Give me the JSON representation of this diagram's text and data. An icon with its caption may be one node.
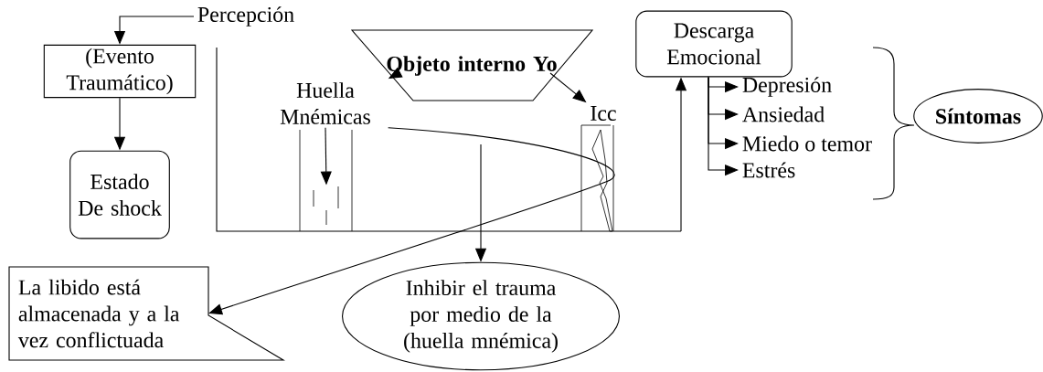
{
  "diagram": {
    "nodes": [
      {
        "text": [
          "Percepción"
        ]
      },
      {
        "text": [
          "(Evento Traumático)"
        ]
      },
      {
        "text": [
          "Estado De shock"
        ]
      },
      {
        "text": [
          "Objeto interno Yo"
        ]
      },
      {
        "text": [
          "Huella Mnémicas"
        ]
      },
      {
        "text": [
          "Icc"
        ]
      },
      {
        "text": [
          "Descarga Emocional"
        ]
      },
      {
        "text": [
          "Depresión"
        ]
      },
      {
        "text": [
          "Ansiedad"
        ]
      },
      {
        "text": [
          "Miedo o temor"
        ]
      },
      {
        "text": [
          "Estrés"
        ]
      },
      {
        "text": [
          "Síntomas"
        ]
      },
      {
        "text": [
          "La libido está almacenada y a la vez conflictuada"
        ]
      },
      {
        "text": [
          "Inhibir el trauma por medio de la (huella mnémica)"
        ]
      },
      {
        "text": [],
        "shape": "picture"
      }
    ],
    "edges": [
      {
        "from": 0,
        "to": 1,
        "arrow": "to"
      },
      {
        "from": 1,
        "to": 2,
        "arrow": "to"
      },
      {
        "from": 3,
        "to": 4,
        "arrow": "to"
      },
      {
        "from": 3,
        "to": 5,
        "arrow": "to"
      },
      {
        "from": null,
        "to": 6,
        "arrow": "to"
      },
      {
        "from": 6,
        "to": 7,
        "arrow": "to"
      },
      {
        "from": 6,
        "to": 8,
        "arrow": "to"
      },
      {
        "from": 6,
        "to": 9,
        "arrow": "to"
      },
      {
        "from": 6,
        "to": 10,
        "arrow": "to"
      },
      {
        "from": 4,
        "to": 12,
        "arrow": "to"
      },
      {
        "from": null,
        "to": 13,
        "arrow": "to"
      },
      {
        "from": 4,
        "to": 14,
        "arrow": "to"
      }
    ]
  }
}
